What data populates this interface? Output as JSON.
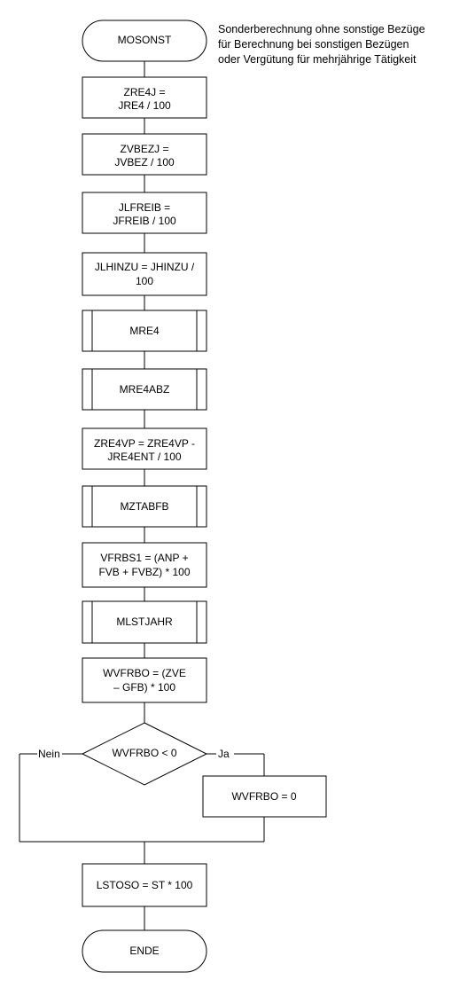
{
  "diagram": {
    "comment": [
      "Sonderberechnung ohne sonstige Bezüge",
      "für Berechnung bei sonstigen Bezügen",
      "oder Vergütung für mehrjährige Tätigkeit"
    ],
    "start": "MOSONST",
    "steps": [
      {
        "kind": "process",
        "lines": [
          "ZRE4J =",
          "JRE4  / 100"
        ]
      },
      {
        "kind": "process",
        "lines": [
          "ZVBEZJ =",
          "JVBEZ / 100"
        ]
      },
      {
        "kind": "process",
        "lines": [
          "JLFREIB =",
          "JFREIB / 100"
        ]
      },
      {
        "kind": "process",
        "lines": [
          "JLHINZU = JHINZU /",
          "100"
        ]
      },
      {
        "kind": "subprocess",
        "lines": [
          "MRE4"
        ]
      },
      {
        "kind": "subprocess",
        "lines": [
          "MRE4ABZ"
        ]
      },
      {
        "kind": "process",
        "lines": [
          "ZRE4VP = ZRE4VP -",
          "JRE4ENT / 100"
        ]
      },
      {
        "kind": "subprocess",
        "lines": [
          "MZTABFB"
        ]
      },
      {
        "kind": "process",
        "lines": [
          "VFRBS1 = (ANP +",
          "FVB + FVBZ) * 100"
        ]
      },
      {
        "kind": "subprocess",
        "lines": [
          "MLSTJAHR"
        ]
      },
      {
        "kind": "process",
        "lines": [
          "WVFRBO = (ZVE",
          "– GFB) * 100"
        ]
      }
    ],
    "decision": {
      "condition": "WVFRBO < 0",
      "no_label": "Nein",
      "yes_label": "Ja",
      "yes_action": "WVFRBO = 0"
    },
    "after_decision": {
      "kind": "process",
      "lines": [
        "LSTOSO = ST * 100"
      ]
    },
    "end": "ENDE"
  }
}
